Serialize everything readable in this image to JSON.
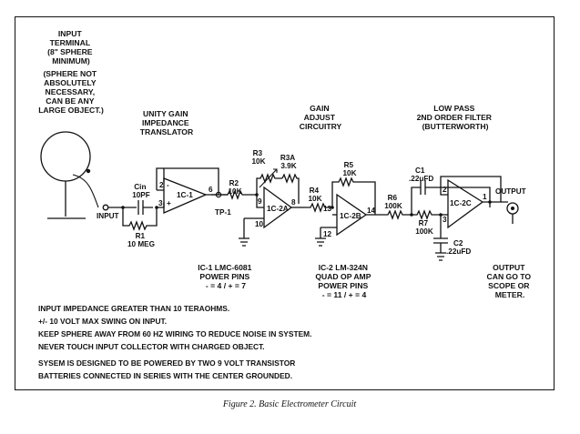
{
  "labels": {
    "input_terminal": [
      "INPUT",
      "TERMINAL",
      "(8\" SPHERE",
      "MINIMUM)"
    ],
    "sphere_note": [
      "(SPHERE NOT",
      "ABSOLUTELY",
      "NECESSARY,",
      "CAN BE ANY",
      "LARGE OBJECT.)"
    ],
    "unity_gain": [
      "UNITY GAIN",
      "IMPEDANCE",
      "TRANSLATOR"
    ],
    "gain_adjust": [
      "GAIN",
      "ADJUST",
      "CIRCUITRY"
    ],
    "low_pass": [
      "LOW PASS",
      "2ND ORDER FILTER",
      "(BUTTERWORTH)"
    ],
    "ic1_power": [
      "IC-1 LMC-6081",
      "POWER PINS",
      "- = 4 / + = 7"
    ],
    "ic2_power": [
      "IC-2 LM-324N",
      "QUAD OP AMP",
      "POWER PINS",
      "- = 11 / + = 4"
    ],
    "output_note": [
      "OUTPUT",
      "CAN GO TO",
      "SCOPE OR",
      "METER."
    ]
  },
  "components": {
    "cin": [
      "Cin",
      "10PF"
    ],
    "r1": [
      "R1",
      "10 MEG"
    ],
    "ic1": "1C-1",
    "r2": [
      "R2",
      "10K"
    ],
    "tp1": "TP-1",
    "r3": [
      "R3",
      "10K"
    ],
    "r3a": [
      "R3A",
      "3.9K"
    ],
    "ic2a": "1C-2A",
    "r4": [
      "R4",
      "10K"
    ],
    "r5": [
      "R5",
      "10K"
    ],
    "ic2b": "1C-2B",
    "r6": [
      "R6",
      "100K"
    ],
    "c1": [
      "C1",
      ".22uFD"
    ],
    "r7": [
      "R7",
      "100K"
    ],
    "c2": [
      "C2",
      ".22uFD"
    ],
    "ic2c": "1C-2C",
    "input": "INPUT",
    "output": "OUTPUT"
  },
  "pins": {
    "ic1_minus": "2",
    "ic1_plus": "3",
    "ic1_out": "6",
    "ic2a_minus": "9",
    "ic2a_plus": "10",
    "ic2a_out": "8",
    "ic2b_minus": "13",
    "ic2b_plus": "12",
    "ic2b_out": "14",
    "ic2c_plus": "3",
    "ic2c_minus": "2",
    "ic2c_out": "1",
    "plus": "+",
    "minus": "-"
  },
  "notes": [
    "INPUT IMPEDANCE GREATER THAN 10 TERAOHMS.",
    "+/- 10 VOLT MAX SWING ON INPUT.",
    "KEEP SPHERE AWAY FROM 60 HZ WIRING TO REDUCE NOISE IN SYSTEM.",
    "NEVER TOUCH INPUT COLLECTOR WITH CHARGED OBJECT.",
    "SYSEM IS DESIGNED TO BE POWERED BY TWO 9 VOLT TRANSISTOR",
    "BATTERIES CONNECTED IN SERIES WITH THE CENTER GROUNDED."
  ],
  "caption": "Figure 2.  Basic Electrometer Circuit"
}
